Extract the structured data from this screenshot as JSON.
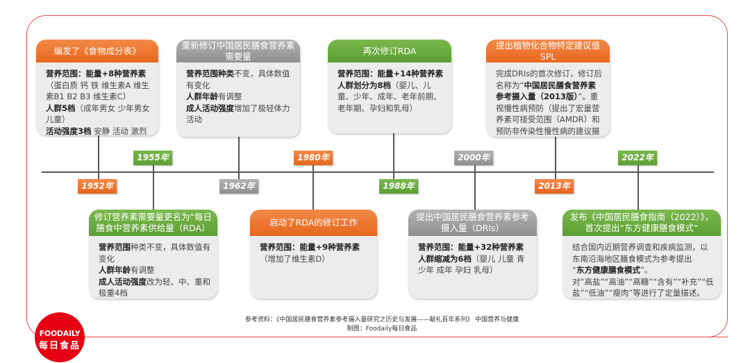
{
  "events": [
    {
      "year": "1952年",
      "color": "#ed7d31",
      "title": "编发了《食物成分表》",
      "body": [
        [
          {
            "b": 1,
            "t": "营养范围：能量+8种营养素"
          }
        ],
        [
          {
            "t": "（蛋白质 钙 铁 维生素A 维生素B1 B2 B3 维生素C）"
          }
        ],
        [
          {
            "b": 1,
            "t": "人群5档"
          },
          {
            "t": "（成年男女 少年男女 儿童）"
          }
        ],
        [
          {
            "b": 1,
            "t": "活动强度3档"
          },
          {
            "t": " 安静 活动 激烈"
          }
        ]
      ]
    },
    {
      "year": "1955年",
      "color": "#70ad47",
      "title": "修订营养素需要量更名为“每日膳食中营养素供给量（RDA）",
      "body": [
        [
          {
            "b": 1,
            "t": "营养范围"
          },
          {
            "t": "种类不变，具体数值有变化"
          }
        ],
        [
          {
            "b": 1,
            "t": "人群年龄"
          },
          {
            "t": "有调整"
          }
        ],
        [
          {
            "b": 1,
            "t": "成人活动强度"
          },
          {
            "t": "改为轻、中、重和极重4档"
          }
        ]
      ]
    },
    {
      "year": "1962年",
      "color": "#a5a5a5",
      "title": "重新修订中国居民膳食营养素需要量",
      "body": [
        [
          {
            "b": 1,
            "t": "营养范围种类"
          },
          {
            "t": "不变，具体数值有变化"
          }
        ],
        [
          {
            "b": 1,
            "t": "人群年龄"
          },
          {
            "t": "有调整"
          }
        ],
        [
          {
            "b": 1,
            "t": "成人活动强度"
          },
          {
            "t": "增加了极轻体力活动"
          }
        ]
      ]
    },
    {
      "year": "1980年",
      "color": "#ed7d31",
      "title": "启动了RDA的修订工作",
      "body": [
        [
          {
            "b": 1,
            "t": "营养范围：能量+9种营养素"
          }
        ],
        [
          {
            "t": "（增加了维生素D）"
          }
        ]
      ]
    },
    {
      "year": "1988年",
      "color": "#70ad47",
      "title": "再次修订RDA",
      "body": [
        [
          {
            "b": 1,
            "t": "营养范围：能量+14种营养素"
          }
        ],
        [
          {
            "b": 1,
            "t": "人群划分为8档"
          },
          {
            "t": "（婴儿、儿童、少年、成年、老年前期、老年期、孕妇和乳母）"
          }
        ]
      ]
    },
    {
      "year": "2000年",
      "color": "#a5a5a5",
      "title": "提出中国居民膳食营养素参考摄入量（DRIs）",
      "body": [
        [
          {
            "b": 1,
            "t": "营养范围：能量+32种营养素"
          }
        ],
        [
          {
            "b": 1,
            "t": "人群缩减为6档"
          },
          {
            "t": "（婴儿 儿童 青少年 成年 孕妇 乳母）"
          }
        ]
      ]
    },
    {
      "year": "2013年",
      "color": "#ed7d31",
      "title": "提出植物化合物特定建议值 SPL",
      "body": [
        [
          {
            "t": "完成DRIs的首次修订，修订后名称为“"
          },
          {
            "b": 1,
            "t": "中国居民膳食营养素参考摄入量（2013版）"
          },
          {
            "t": "”。重视慢性病预防（提出了宏量营养素可接受范围（AMDR）和预防非传染性慢性病的建议摄入量（PI-NCD）等"
          }
        ]
      ]
    },
    {
      "year": "2022年",
      "color": "#70ad47",
      "title": "发布《中国居民膳食指南（2022）》，首次提出“东方健康膳食模式”",
      "body": [
        [
          {
            "t": "结合国内近期营养调查和疾病监测，以东南沿海地区膳食模式为参考提出"
          }
        ],
        [
          {
            "t": "“"
          },
          {
            "b": 1,
            "t": "东方健康膳食模式"
          },
          {
            "t": "”。"
          }
        ],
        [
          {
            "t": "对“高盐”“高油”“高糖”“含有”“补充”“低盐”“低油”“瘦肉”等进行了定量描述。"
          }
        ]
      ]
    }
  ],
  "footer": {
    "source": "参考资料：《中国居民膳食营养素参考摄入量研究之历史与发展——献礼百年系列》 中国营养与健康",
    "credit": "制图：Foodaily每日食品"
  },
  "logo": {
    "en": "FOODAILY",
    "cn": "每日食品"
  }
}
